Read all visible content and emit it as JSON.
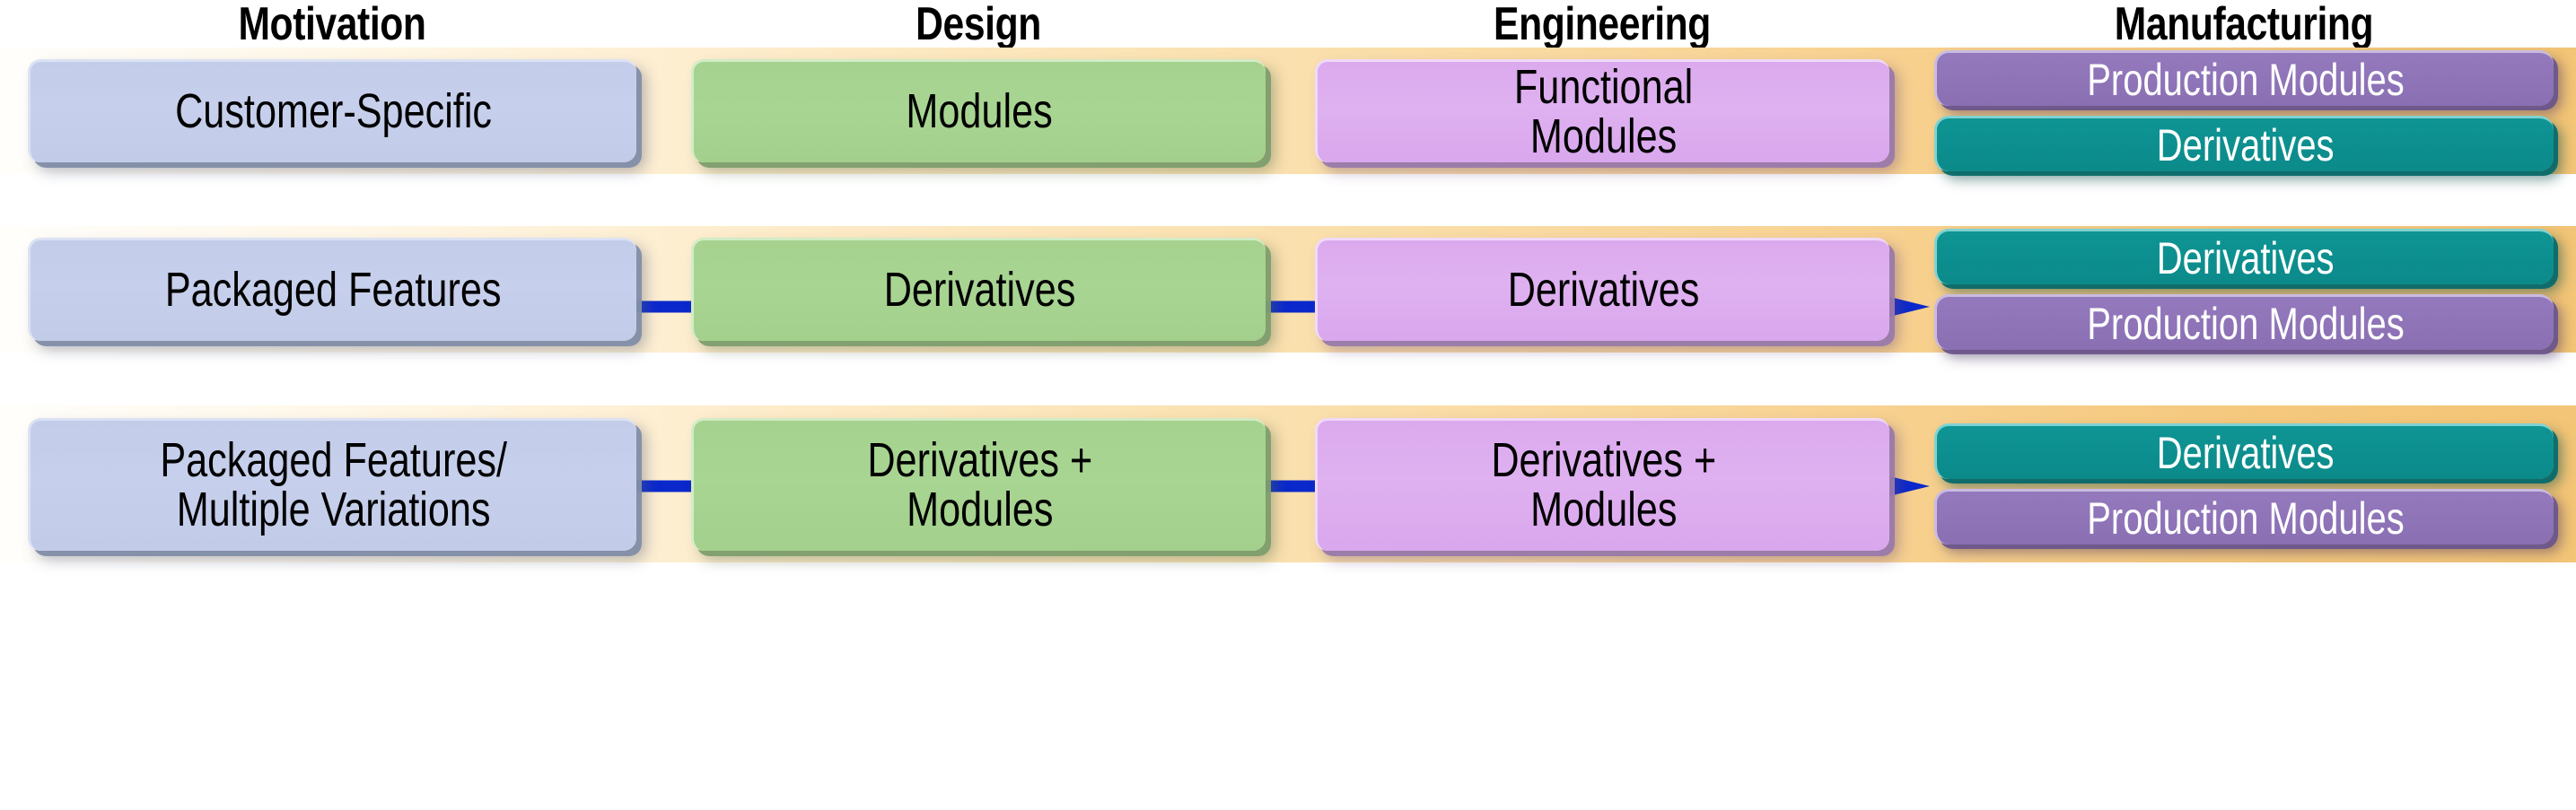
{
  "headers": [
    {
      "label": "Motivation"
    },
    {
      "label": "Design"
    },
    {
      "label": "Engineering"
    },
    {
      "label": "Manufacturing"
    }
  ],
  "colors": {
    "band_left": "#FFFDF8",
    "band_right": "#F3C576",
    "motivation_box": "#C4CEEA",
    "design_box": "#A7D391",
    "engineering_box": "#DCACEE",
    "production_modules_pill": "#8F74B8",
    "derivatives_pill": "#0D8F8F",
    "arrow": "#0A28CC",
    "text_dark": "#000000",
    "text_light": "#FFFFFF"
  },
  "rows": [
    {
      "motivation": "Customer-Specific",
      "design": "Modules",
      "engineering": "Functional\nModules",
      "manufacturing": [
        {
          "label": "Production Modules",
          "style": "purple"
        },
        {
          "label": "Derivatives",
          "style": "teal"
        }
      ]
    },
    {
      "motivation": "Packaged Features",
      "design": "Derivatives",
      "engineering": "Derivatives",
      "manufacturing": [
        {
          "label": "Derivatives",
          "style": "teal"
        },
        {
          "label": "Production Modules",
          "style": "purple"
        }
      ]
    },
    {
      "motivation": "Packaged Features/\nMultiple Variations",
      "design": "Derivatives +\nModules",
      "engineering": "Derivatives +\nModules",
      "manufacturing": [
        {
          "label": "Derivatives",
          "style": "teal"
        },
        {
          "label": "Production Modules",
          "style": "purple"
        }
      ]
    }
  ],
  "arrows": [
    {
      "name": "progression-arrow-1",
      "direction": "right"
    },
    {
      "name": "progression-arrow-2",
      "direction": "right"
    }
  ]
}
